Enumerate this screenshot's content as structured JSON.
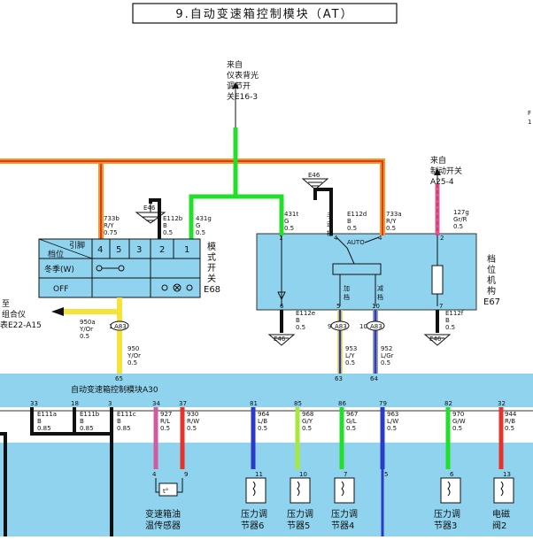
{
  "title": "9.自动变速箱控制模块（AT）",
  "colors": {
    "panel": "#8fd3ee",
    "orange": "#f29a1f",
    "red": "#e8332a",
    "black": "#111111",
    "green": "#22e02a",
    "yellow": "#f7e23a",
    "blue": "#2a3bc9",
    "pink": "#d45aa0",
    "lime": "#a8e83a",
    "purple": "#7a2fb0"
  },
  "top_source": [
    "来自",
    "仪表背光",
    "调节开",
    "关E16-3"
  ],
  "brake_source": [
    "来自",
    "制动开关",
    "A25-4"
  ],
  "edge_text": [
    "F",
    "1"
  ],
  "mode_switch": {
    "label": [
      "模",
      "式",
      "开",
      "关",
      "E68"
    ],
    "header_top": "引脚",
    "header_bottom": "档位",
    "pins": [
      "4",
      "5",
      "3",
      "2",
      "1"
    ],
    "rows": [
      "冬季(W)",
      "OFF"
    ]
  },
  "gear_mech": {
    "label": [
      "档",
      "位",
      "机",
      "构",
      "E67"
    ],
    "inner": [
      "手",
      "动",
      "档"
    ],
    "auto": "AUTO",
    "plus": [
      "加",
      "档"
    ],
    "minus": [
      "减",
      "档"
    ]
  },
  "to_cluster": [
    "至",
    "组合仪",
    "表E22-A15"
  ],
  "module_label": "自动变速箱控制模块A30",
  "connectors": [
    "A83",
    "A83",
    "A83"
  ],
  "wires_top": [
    {
      "id": "733b",
      "color": "R/Y",
      "size": "0.75"
    },
    {
      "id": "E112b",
      "color": "B",
      "size": "0.5"
    },
    {
      "id": "431g",
      "color": "G",
      "size": "0.5"
    },
    {
      "id": "431t",
      "color": "G",
      "size": "0.5"
    },
    {
      "id": "E112d",
      "color": "B",
      "size": "0.5"
    },
    {
      "id": "733a",
      "color": "R/Y",
      "size": "0.5"
    },
    {
      "id": "127g",
      "color": "Gr/R",
      "size": "0.5"
    }
  ],
  "wires_mid": [
    {
      "id": "950a",
      "color": "Y/Or",
      "size": "0.5"
    },
    {
      "id": "950",
      "color": "Y/Or",
      "size": "0.5"
    },
    {
      "id": "E112e",
      "color": "B",
      "size": "0.5"
    },
    {
      "id": "953",
      "color": "L/Y",
      "size": "0.5"
    },
    {
      "id": "952",
      "color": "L/Gr",
      "size": "0.5"
    },
    {
      "id": "E112f",
      "color": "B",
      "size": "0.5"
    }
  ],
  "wires_bottom": [
    {
      "id": "E111a",
      "color": "B",
      "size": "0.85"
    },
    {
      "id": "E111b",
      "color": "B",
      "size": "0.85"
    },
    {
      "id": "E111c",
      "color": "B",
      "size": "0.85"
    },
    {
      "id": "927",
      "color": "R/L",
      "size": "0.5"
    },
    {
      "id": "930",
      "color": "R/W",
      "size": "0.5"
    },
    {
      "id": "964",
      "color": "L/B",
      "size": "0.5"
    },
    {
      "id": "968",
      "color": "G/Y",
      "size": "0.5"
    },
    {
      "id": "967",
      "color": "G/L",
      "size": "0.5"
    },
    {
      "id": "963",
      "color": "L/W",
      "size": "0.5"
    },
    {
      "id": "970",
      "color": "G/W",
      "size": "0.5"
    },
    {
      "id": "944",
      "color": "R/B",
      "size": "0.5"
    }
  ],
  "pins": {
    "mode_1": "1",
    "gear_1": "1",
    "gear_4": "4",
    "gear_2": "2",
    "gear_6": "6",
    "gear_5": "5",
    "gear_10": "10",
    "gear_7": "7",
    "conn_1": "1",
    "conn_9": "9",
    "conn_10": "10",
    "m65": "65",
    "m63": "63",
    "m64": "64",
    "m33": "33",
    "m18": "18",
    "m3": "3",
    "m34": "34",
    "m37": "37",
    "m81": "81",
    "m85": "85",
    "m86": "86",
    "m79": "79",
    "m82": "82",
    "m32": "32",
    "d4": "4",
    "d9": "9",
    "d11": "11",
    "d10": "10",
    "d7": "7",
    "d5": "5",
    "d6": "6",
    "d13": "13"
  },
  "grounds": [
    "E46",
    "E46",
    "E46",
    "E46"
  ],
  "bottom_labels": [
    [
      "变速箱油",
      "温传感器"
    ],
    [
      "压力调",
      "节器6"
    ],
    [
      "压力调",
      "节器5"
    ],
    [
      "压力调",
      "节器4"
    ],
    [
      "压力调",
      "节器3"
    ],
    [
      "电磁",
      "阀2"
    ]
  ]
}
